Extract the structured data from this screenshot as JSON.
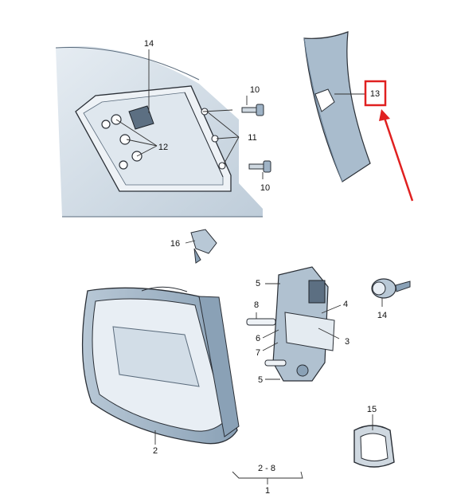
{
  "callouts": {
    "c1": "1",
    "c2": "2",
    "c2_8": "2 - 8",
    "c3": "3",
    "c4": "4",
    "c5a": "5",
    "c5b": "5",
    "c6": "6",
    "c7": "7",
    "c8": "8",
    "c10a": "10",
    "c10b": "10",
    "c11": "11",
    "c12": "12",
    "c13": "13",
    "c14a": "14",
    "c14b": "14",
    "c15": "15",
    "c16": "16"
  },
  "highlight": {
    "target": "13",
    "color": "#e02020"
  },
  "colors": {
    "part_fill": "#c9d6e2",
    "part_shade": "#9fb3c6",
    "part_dark": "#6f869c",
    "outline": "#2a2f36",
    "leader": "#333333"
  }
}
